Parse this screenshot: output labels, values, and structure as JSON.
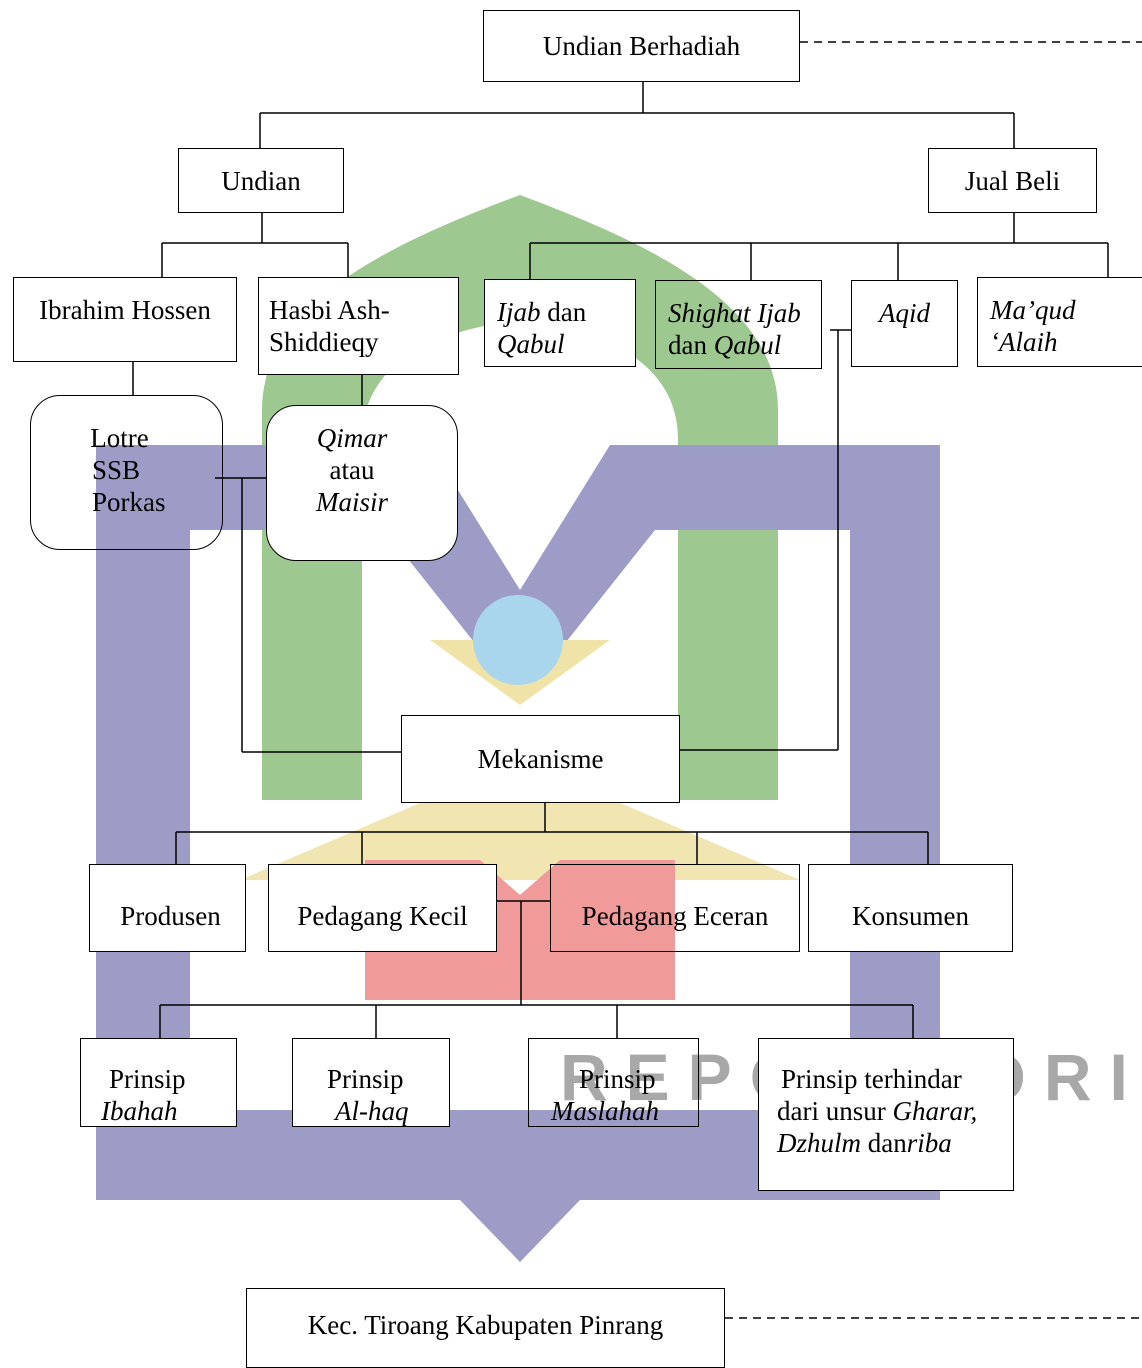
{
  "diagram": {
    "root": "Undian Berhadiah",
    "branches": {
      "undian": "Undian",
      "jual_beli": "Jual Beli"
    },
    "scholars": {
      "ibrahim": "Ibrahim Hossen",
      "hasbi": [
        "Hasbi Ash-",
        "Shiddieqy"
      ]
    },
    "terms": {
      "lotre": [
        "Lotre",
        "SSB",
        "Porkas"
      ],
      "qimar": [
        "Qimar",
        "atau",
        "Maisir"
      ]
    },
    "rukun": {
      "ijab": {
        "line1_italic": "Ijab",
        "line1_rest": " dan",
        "line2": "Qabul"
      },
      "shighat": {
        "line1": "Shighat Ijab",
        "line2_plain": "dan ",
        "line2_italic": "Qabul"
      },
      "aqid": "Aqid",
      "maqud": [
        "Ma’qud",
        "‘Alaih"
      ]
    },
    "mechanism": "Mekanisme",
    "actors": [
      "Produsen",
      "Pedagang Kecil",
      "Pedagang Eceran",
      "Konsumen"
    ],
    "principles": {
      "ibahah": {
        "word": "Prinsip",
        "term": "Ibahah"
      },
      "alhaq": {
        "word": "Prinsip",
        "term": "Al-haq"
      },
      "maslahah": {
        "word": "Prinsip",
        "term": "Maslahah"
      },
      "terhindar": {
        "line1": "Prinsip terhindar",
        "line2_plain": "dari unsur ",
        "line2_italic": "Gharar,",
        "line3_italic1": "Dzhulm",
        "line3_plain": " dan",
        "line3_italic2": "riba"
      }
    },
    "location": "Kec. Tiroang Kabupaten Pinrang",
    "colors": {
      "watermark_green": "#9dc990",
      "watermark_purple": "#9c9cc6",
      "watermark_red": "#f09a9a",
      "watermark_yellow": "#f0e3a8",
      "watermark_blue": "#a9d6ec",
      "watermark_grey": "#a8a8a8"
    }
  }
}
